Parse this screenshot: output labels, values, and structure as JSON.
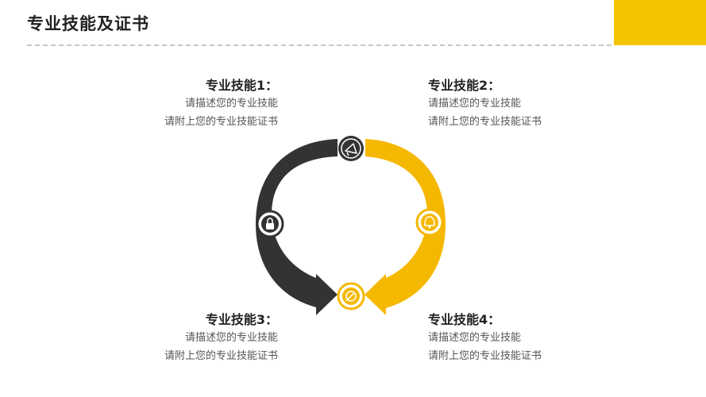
{
  "title": "专业技能及证书",
  "colors": {
    "accent": "#f5c400",
    "dark_arc": "#333333",
    "yellow_arc": "#f5b800"
  },
  "skills": [
    {
      "heading": "专业技能1：",
      "line1": "请描述您的专业技能",
      "line2": "请附上您的专业技能证书"
    },
    {
      "heading": "专业技能2：",
      "line1": "请描述您的专业技能",
      "line2": "请附上您的专业技能证书"
    },
    {
      "heading": "专业技能3：",
      "line1": "请描述您的专业技能",
      "line2": "请附上您的专业技能证书"
    },
    {
      "heading": "专业技能4：",
      "line1": "请描述您的专业技能",
      "line2": "请附上您的专业技能证书"
    }
  ],
  "icons": [
    "megaphone-icon",
    "lock-icon",
    "bell-icon",
    "target-icon"
  ]
}
